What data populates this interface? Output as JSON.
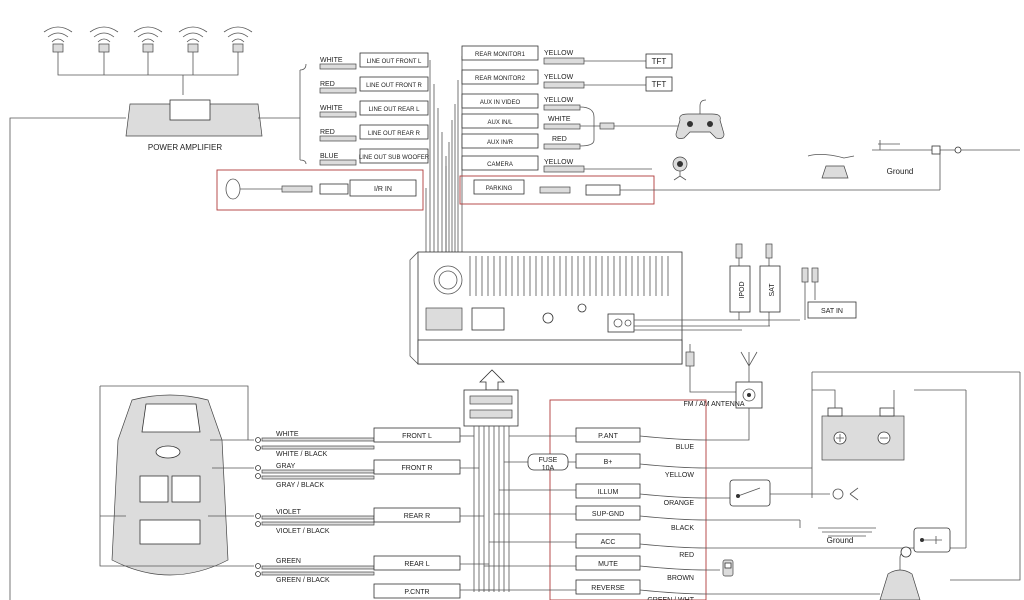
{
  "top_left_group": {
    "power_amplifier": "POWER AMPLIFIER",
    "outputs": [
      {
        "color": "WHITE",
        "label": "LINE OUT FRONT L"
      },
      {
        "color": "RED",
        "label": "LINE OUT FRONT R"
      },
      {
        "color": "WHITE",
        "label": "LINE OUT REAR L"
      },
      {
        "color": "RED",
        "label": "LINE OUT REAR R"
      },
      {
        "color": "BLUE",
        "label": "LINE OUT SUB WOOFER"
      }
    ],
    "ir_in": "I/R IN"
  },
  "top_middle_group": {
    "inputs": [
      {
        "label": "REAR MONITOR1",
        "color": "YELLOW",
        "device": "TFT"
      },
      {
        "label": "REAR MONITOR2",
        "color": "YELLOW",
        "device": "TFT"
      },
      {
        "label": "AUX IN VIDEO",
        "color": "YELLOW",
        "device": ""
      },
      {
        "label": "AUX IN/L",
        "color": "WHITE",
        "device": ""
      },
      {
        "label": "AUX IN/R",
        "color": "RED",
        "device": ""
      },
      {
        "label": "CAMERA",
        "color": "YELLOW",
        "device": ""
      }
    ],
    "parking": "PARKING"
  },
  "right_group": {
    "ground_top": "Ground",
    "ipod": "IPOD",
    "sat": "SAT",
    "sat_in": "SAT IN",
    "antenna": "FM / AM ANTENNA",
    "ground_bottom": "Ground"
  },
  "speakers": [
    {
      "color": "WHITE",
      "color_neg": "WHITE / BLACK",
      "label": "FRONT L"
    },
    {
      "color": "GRAY",
      "color_neg": "GRAY / BLACK",
      "label": "FRONT R"
    },
    {
      "color": "VIOLET",
      "color_neg": "VIOLET / BLACK",
      "label": "REAR R"
    },
    {
      "color": "GREEN",
      "color_neg": "GREEN / BLACK",
      "label": "REAR L"
    }
  ],
  "p_cntr": "P.CNTR",
  "fuse": {
    "label": "FUSE",
    "rating": "10A"
  },
  "power_wires": [
    {
      "label": "P.ANT",
      "color": "BLUE"
    },
    {
      "label": "B+",
      "color": "YELLOW"
    },
    {
      "label": "ILLUM",
      "color": "ORANGE"
    },
    {
      "label": "SUP-GND",
      "color": "BLACK"
    },
    {
      "label": "ACC",
      "color": "RED"
    },
    {
      "label": "MUTE",
      "color": "BROWN"
    },
    {
      "label": "REVERSE",
      "color": "GREEN / WHT"
    }
  ]
}
